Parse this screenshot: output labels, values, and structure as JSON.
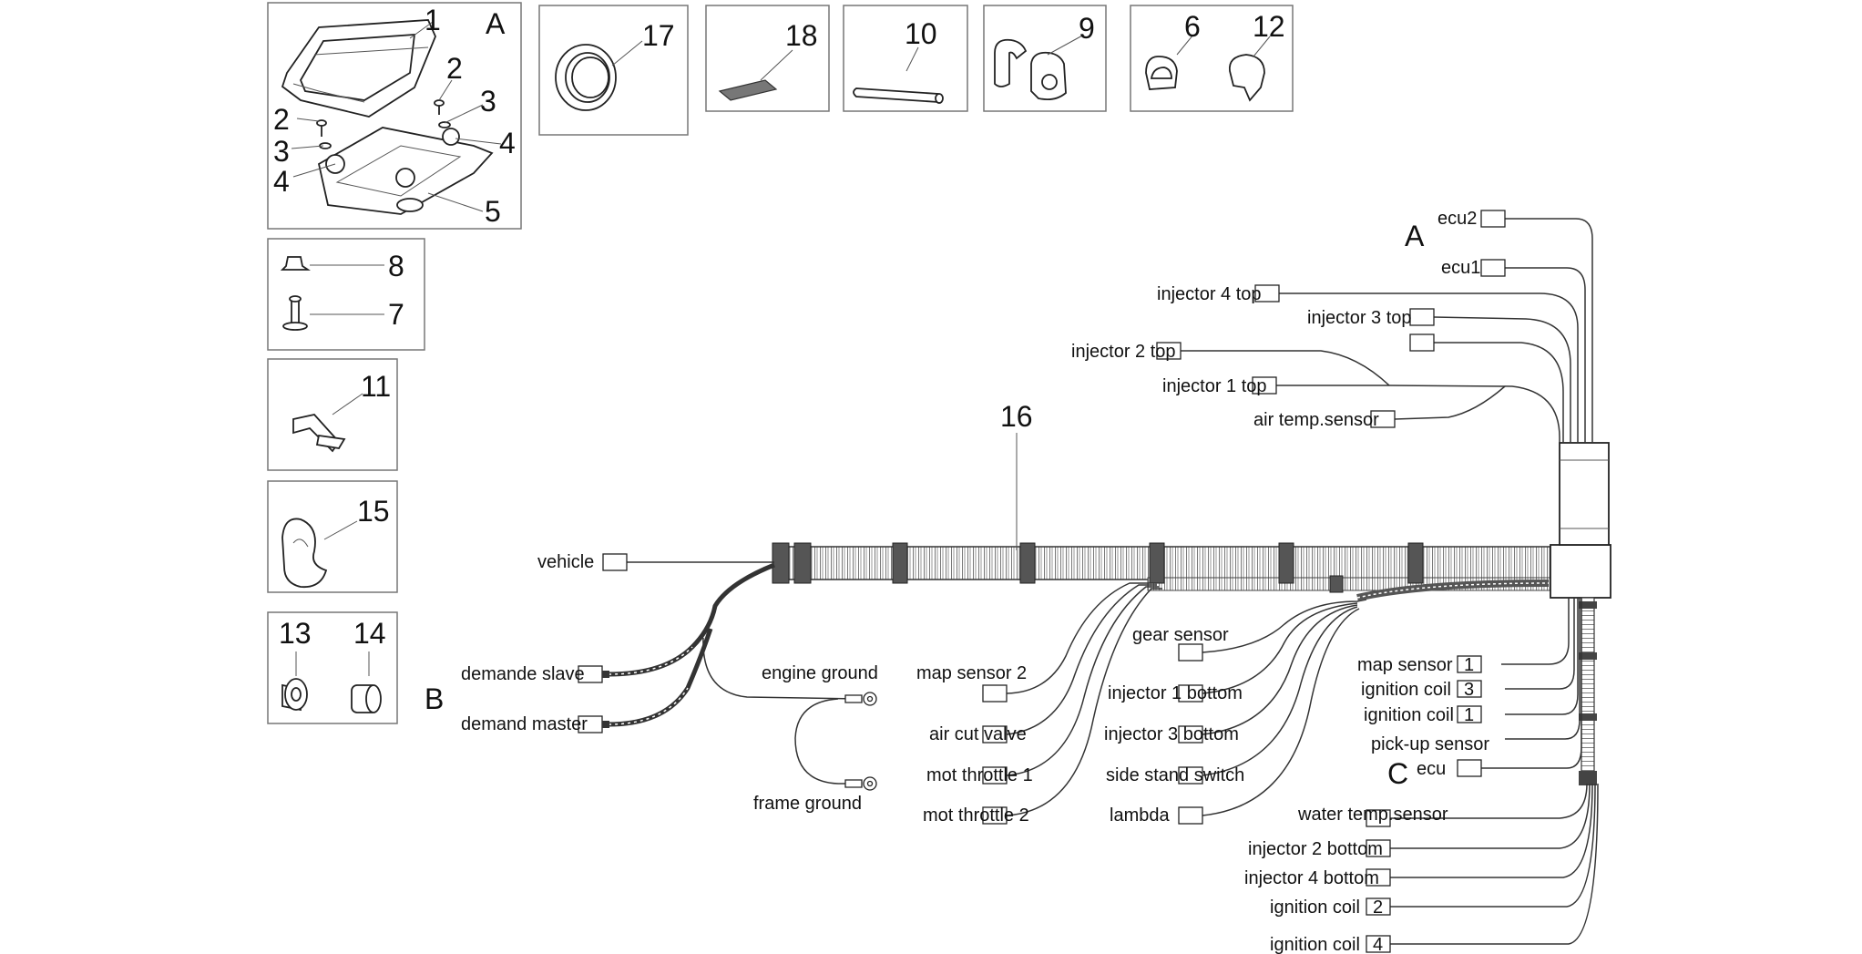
{
  "parts": {
    "items": [
      "1",
      "2",
      "3",
      "4",
      "5",
      "6",
      "7",
      "8",
      "9",
      "10",
      "11",
      "12",
      "13",
      "14",
      "15",
      "16",
      "17",
      "18"
    ],
    "extra": [
      "2",
      "3",
      "4"
    ]
  },
  "sections": {
    "a_inset": "A",
    "a_main": "A",
    "b": "B",
    "c": "C"
  },
  "top_connectors": [
    "ecu2",
    "ecu1",
    "injector 4 top",
    "injector 3 top",
    "injector 2 top",
    "injector 1 top",
    "air temp.sensor"
  ],
  "left_connectors": [
    "vehicle",
    "demande slave",
    "demand master",
    "engine ground",
    "frame ground"
  ],
  "middle_connectors": [
    "map sensor 2",
    "air cut valve",
    "mot throttle 1",
    "mot throttle 2"
  ],
  "center_connectors": [
    "gear sensor",
    "injector 1 bottom",
    "injector 3 bottom",
    "side stand switch",
    "lambda"
  ],
  "right_connectors": {
    "labels": [
      "map sensor",
      "ignition coil",
      "ignition coil",
      "pick-up sensor",
      "ecu",
      "water temp.sensor",
      "injector 2 bottom",
      "injector 4 bottom",
      "ignition coil",
      "ignition coil"
    ],
    "pins": [
      "1",
      "3",
      "1",
      "2",
      "4"
    ]
  },
  "colors": {
    "line": "#333333",
    "frame": "#777777",
    "harness": "#555555"
  }
}
